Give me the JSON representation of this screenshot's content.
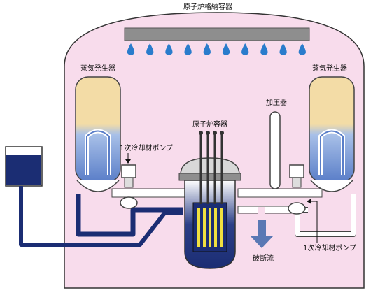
{
  "labels": {
    "containment": "原子炉格納容器",
    "sg_left": "蒸気発生器",
    "sg_right": "蒸気発生器",
    "pressurizer": "加圧器",
    "reactor_vessel": "原子炉容器",
    "pump_left": "1次冷却材ポンプ",
    "pump_right": "1次冷却材ポンプ",
    "break_flow": "破断流"
  },
  "colors": {
    "containment_fill": "#f8dcec",
    "sg_top": "#f3dca6",
    "water_blue": "#1b2d73",
    "spray_drop": "#2a7ccc",
    "break_arrow": "#5a78b4",
    "fuel": "#f0e040"
  },
  "spray_drop_count": 10
}
